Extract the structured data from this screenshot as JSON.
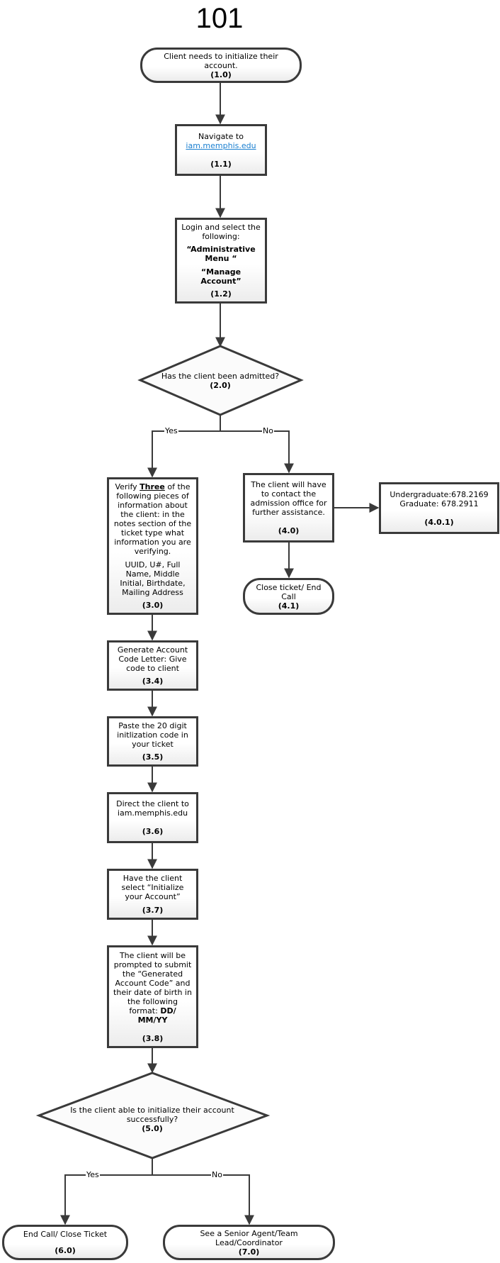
{
  "title": "101",
  "nodes": {
    "n1_0": {
      "text": "Client needs to initialize their account.",
      "id": "(1.0)"
    },
    "n1_1": {
      "text": "Navigate to",
      "link": "iam.memphis.edu",
      "id": "(1.1)"
    },
    "n1_2": {
      "text": "Login and select the following:",
      "item1": "“Administrative Menu “",
      "item2": "“Manage Account”",
      "id": "(1.2)"
    },
    "n2_0": {
      "text": "Has the client been admitted?",
      "id": "(2.0)"
    },
    "n3_0": {
      "pre": "Verify ",
      "emph": "Three",
      "post": " of the following pieces of information about the client: in the notes section of the ticket type what information you are verifying.",
      "list": "UUID, U#, Full Name, Middle Initial, Birthdate, Mailing Address",
      "id": "(3.0)"
    },
    "n4_0": {
      "text": "The client will have to contact the admission office for further assistance.",
      "id": "(4.0)"
    },
    "n4_0_1": {
      "line1": "Undergraduate:678.2169",
      "line2": "Graduate: 678.2911",
      "id": "(4.0.1)"
    },
    "n4_1": {
      "text": "Close ticket/ End Call",
      "id": "(4.1)"
    },
    "n3_4": {
      "text": "Generate Account Code Letter: Give code to client",
      "id": "(3.4)"
    },
    "n3_5": {
      "text": "Paste the 20 digit initlization code in your ticket",
      "id": "(3.5)"
    },
    "n3_6": {
      "text": "Direct the client to iam.memphis.edu",
      "id": "(3.6)"
    },
    "n3_7": {
      "text": "Have the client select “Initialize your Account”",
      "id": "(3.7)"
    },
    "n3_8": {
      "text": "The client will be prompted to submit the “Generated Account Code” and their date of birth in the following format: ",
      "bold": "DD/ MM/YY",
      "id": "(3.8)"
    },
    "n5_0": {
      "text": "Is the client able to initialize their account successfully?",
      "id": "(5.0)"
    },
    "n6_0": {
      "text": "End Call/ Close Ticket",
      "id": "(6.0)"
    },
    "n7_0": {
      "text": "See a Senior Agent/Team Lead/Coordinator",
      "id": "(7.0)"
    }
  },
  "labels": {
    "yes1": "Yes",
    "no1": "No",
    "yes2": "Yes",
    "no2": "No"
  },
  "colors": {
    "stroke": "#3a3a3a",
    "link": "#1a7fd0"
  }
}
